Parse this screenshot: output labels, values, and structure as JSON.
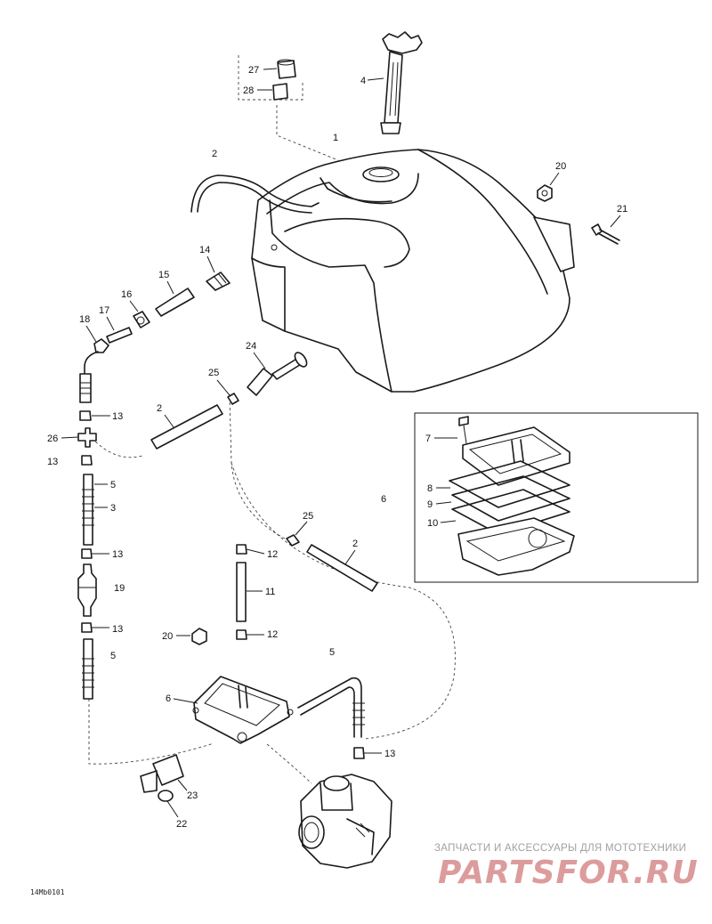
{
  "drawing_code": "14Mb0101",
  "watermark": {
    "tagline": "ЗАПЧАСТИ И АКСЕССУАРЫ ДЛЯ МОТОТЕХНИКИ",
    "logo": "PARTSFOR.RU"
  },
  "callouts": [
    {
      "id": "c27",
      "label": "27"
    },
    {
      "id": "c28",
      "label": "28"
    },
    {
      "id": "c4",
      "label": "4"
    },
    {
      "id": "c1",
      "label": "1"
    },
    {
      "id": "c2a",
      "label": "2"
    },
    {
      "id": "c20a",
      "label": "20"
    },
    {
      "id": "c21",
      "label": "21"
    },
    {
      "id": "c14",
      "label": "14"
    },
    {
      "id": "c15",
      "label": "15"
    },
    {
      "id": "c16",
      "label": "16"
    },
    {
      "id": "c17",
      "label": "17"
    },
    {
      "id": "c18",
      "label": "18"
    },
    {
      "id": "c24",
      "label": "24"
    },
    {
      "id": "c25a",
      "label": "25"
    },
    {
      "id": "c2b",
      "label": "2"
    },
    {
      "id": "c13a",
      "label": "13"
    },
    {
      "id": "c26",
      "label": "26"
    },
    {
      "id": "c13b",
      "label": "13"
    },
    {
      "id": "c5a",
      "label": "5"
    },
    {
      "id": "c3",
      "label": "3"
    },
    {
      "id": "c7",
      "label": "7"
    },
    {
      "id": "c6a",
      "label": "6"
    },
    {
      "id": "c8",
      "label": "8"
    },
    {
      "id": "c9",
      "label": "9"
    },
    {
      "id": "c10",
      "label": "10"
    },
    {
      "id": "c25b",
      "label": "25"
    },
    {
      "id": "c2c",
      "label": "2"
    },
    {
      "id": "c13c",
      "label": "13"
    },
    {
      "id": "c12a",
      "label": "12"
    },
    {
      "id": "c11",
      "label": "11"
    },
    {
      "id": "c19",
      "label": "19"
    },
    {
      "id": "c13d",
      "label": "13"
    },
    {
      "id": "c20b",
      "label": "20"
    },
    {
      "id": "c12b",
      "label": "12"
    },
    {
      "id": "c5b",
      "label": "5"
    },
    {
      "id": "c5c",
      "label": "5"
    },
    {
      "id": "c6b",
      "label": "6"
    },
    {
      "id": "c13e",
      "label": "13"
    },
    {
      "id": "c23",
      "label": "23"
    },
    {
      "id": "c22",
      "label": "22"
    }
  ]
}
